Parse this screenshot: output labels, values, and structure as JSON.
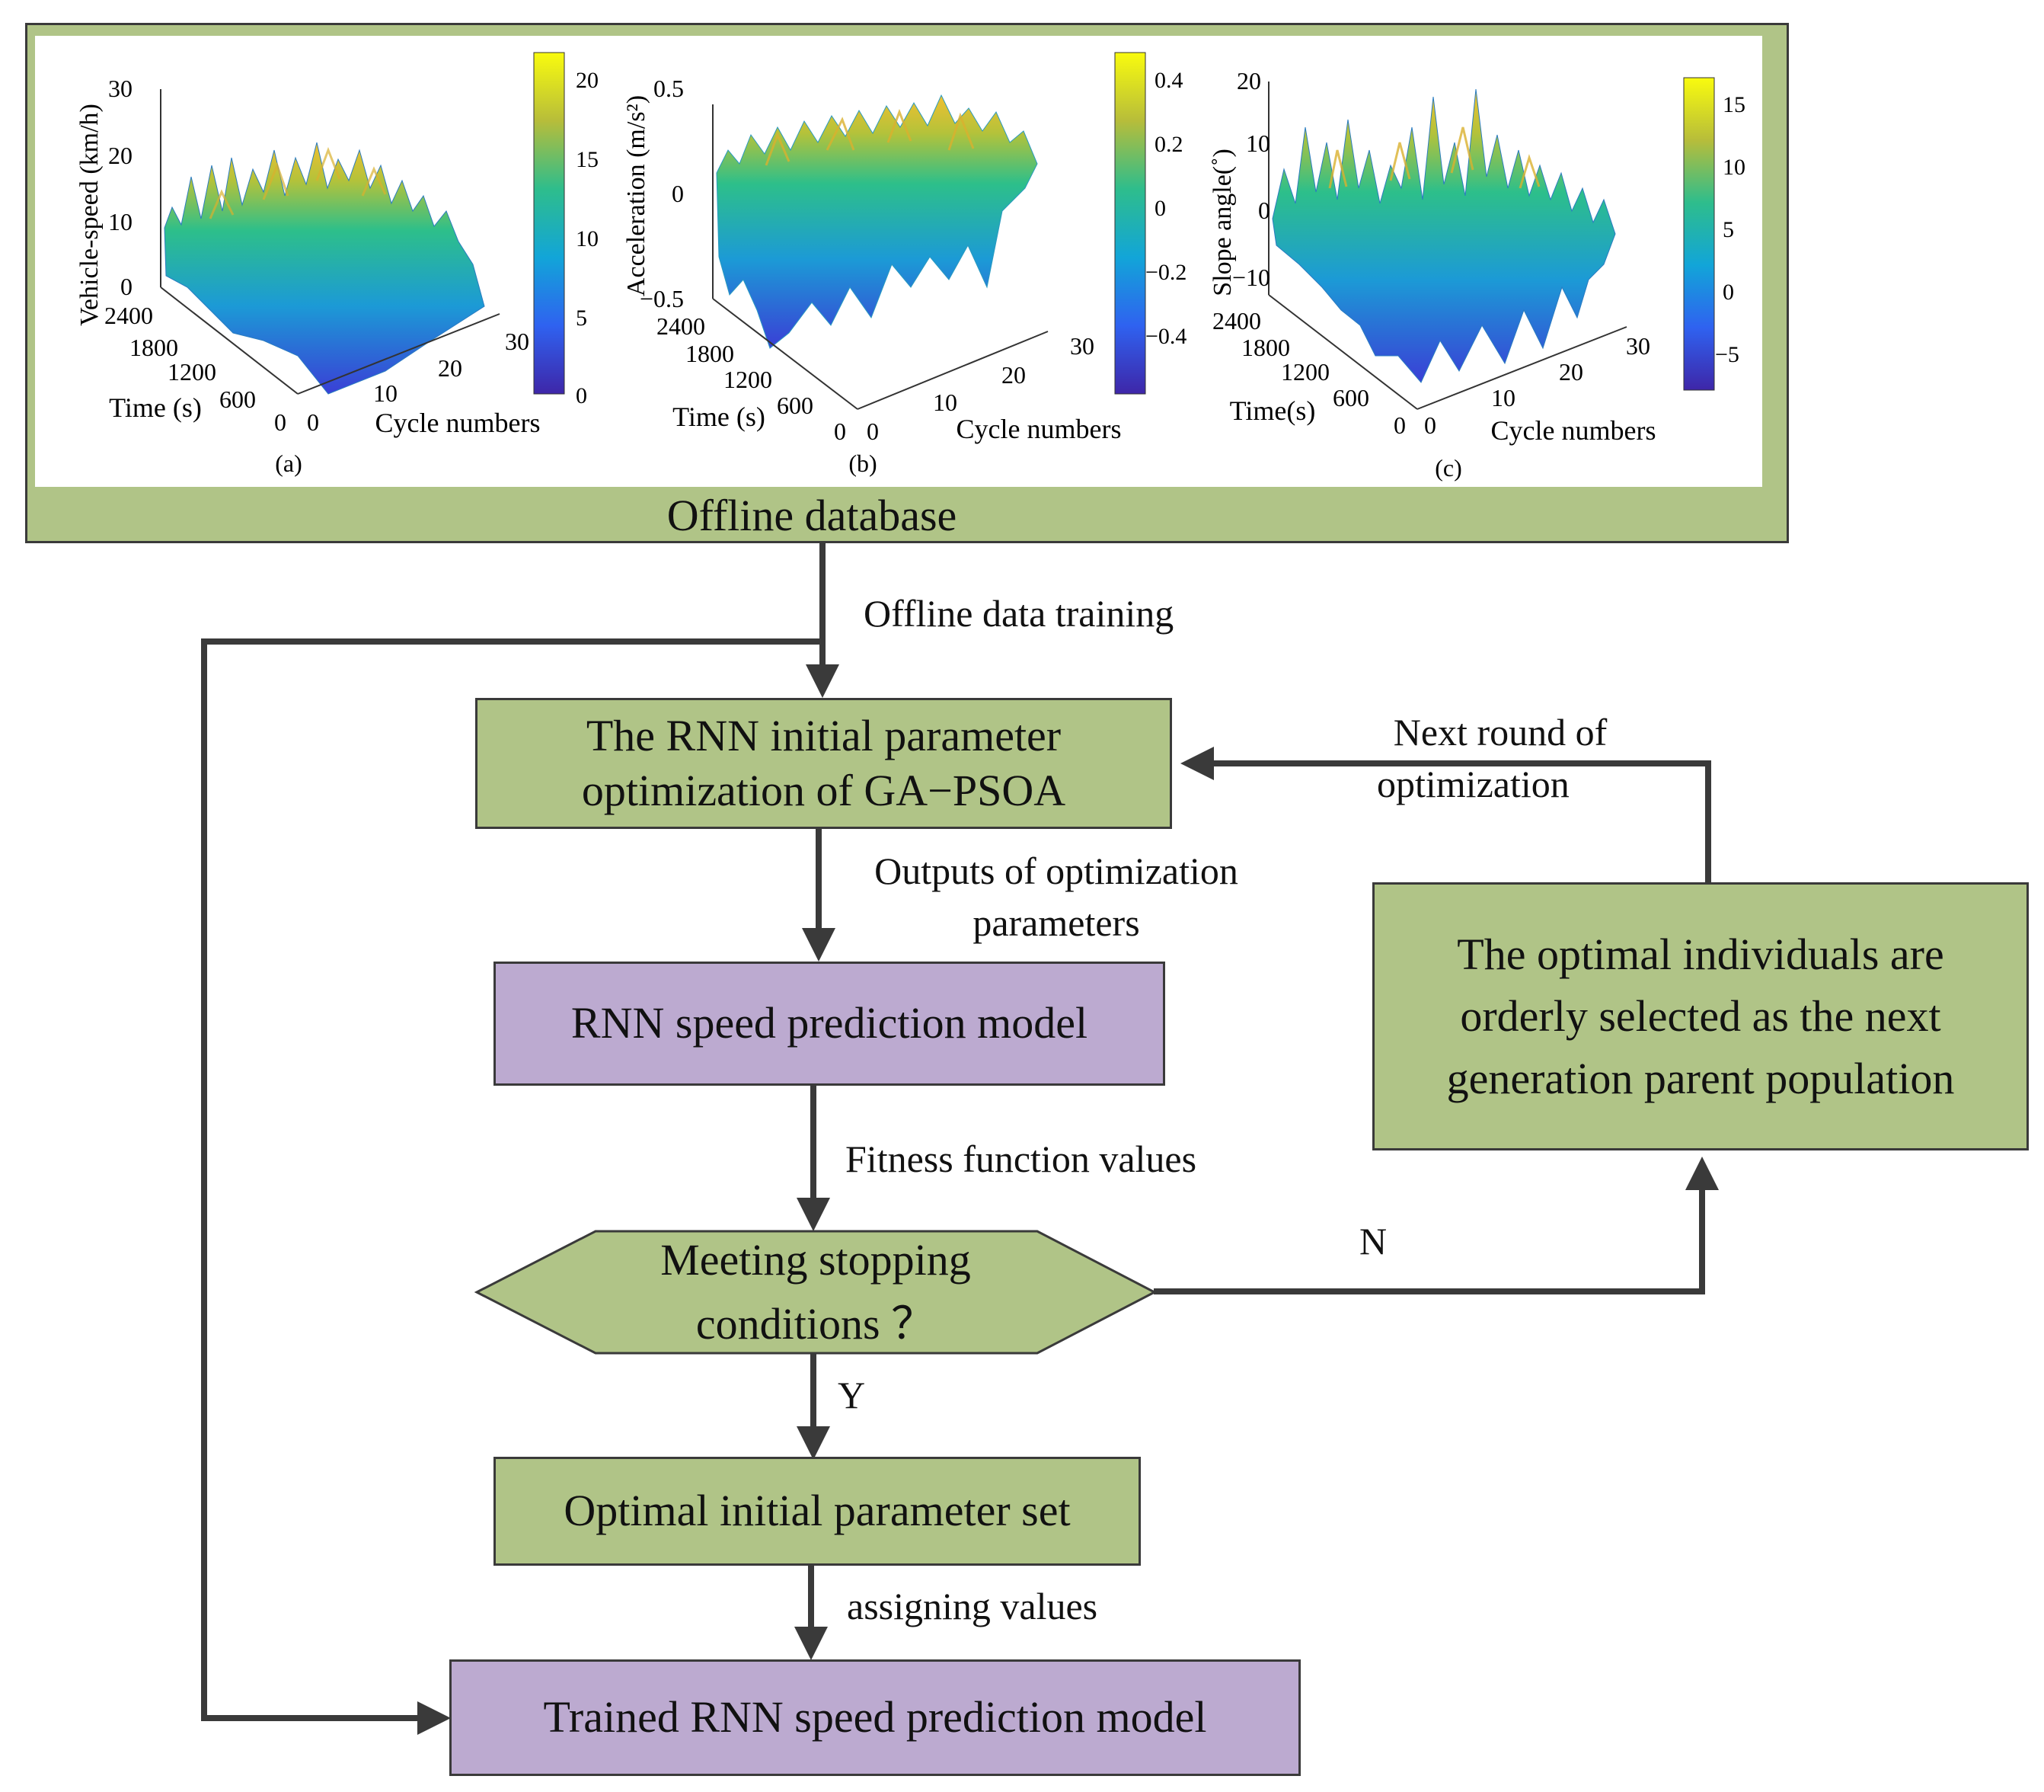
{
  "database": {
    "title": "Offline database",
    "plots": [
      {
        "panel": "(a)",
        "z_label": "Vehicle-speed (km/h)",
        "z_ticks": [
          "30",
          "20",
          "10",
          "0"
        ],
        "time_label": "Time (s)",
        "time_ticks": [
          "2400",
          "1800",
          "1200",
          "600",
          "0"
        ],
        "cycle_label": "Cycle numbers",
        "cycle_ticks": [
          "0",
          "10",
          "20",
          "30"
        ],
        "colorbar_ticks": [
          "20",
          "15",
          "10",
          "5",
          "0"
        ]
      },
      {
        "panel": "(b)",
        "z_label": "Acceleration (m/s²)",
        "z_ticks": [
          "0.5",
          "0",
          "−0.5"
        ],
        "time_label": "Time (s)",
        "time_ticks": [
          "2400",
          "1800",
          "1200",
          "600",
          "0"
        ],
        "cycle_label": "Cycle numbers",
        "cycle_ticks": [
          "0",
          "10",
          "20",
          "30"
        ],
        "colorbar_ticks": [
          "0.4",
          "0.2",
          "0",
          "−0.2",
          "−0.4"
        ]
      },
      {
        "panel": "(c)",
        "z_label": "Slope angle(˚)",
        "z_ticks": [
          "20",
          "10",
          "0",
          "−10"
        ],
        "time_label": "Time(s)",
        "time_ticks": [
          "2400",
          "1800",
          "1200",
          "600",
          "0"
        ],
        "cycle_label": "Cycle numbers",
        "cycle_ticks": [
          "0",
          "10",
          "20",
          "30"
        ],
        "colorbar_ticks": [
          "15",
          "10",
          "5",
          "0",
          "−5"
        ]
      }
    ]
  },
  "flow": {
    "offline_training": "Offline data training",
    "ga_psoa_line1": "The RNN initial parameter",
    "ga_psoa_line2": "optimization  of GA−PSOA",
    "outputs_line1": "Outputs of optimization",
    "outputs_line2": "parameters",
    "rnn_model": "RNN speed prediction model",
    "fitness": "Fitness function values",
    "decision_line1": "Meeting stopping",
    "decision_line2": "conditions ？",
    "yes": "Y",
    "no": "N",
    "optimal_set": "Optimal initial parameter set",
    "assigning": "assigning values",
    "trained_model": "Trained RNN speed prediction model",
    "next_round_line1": "Next round of",
    "next_round_line2": "optimization",
    "selection_line1": "The optimal individuals are",
    "selection_line2": "orderly selected as the next",
    "selection_line3": "generation  parent population"
  },
  "colors": {
    "green_fill": "#b0c487",
    "purple_fill": "#bcaad0",
    "arrow": "#3a3a3a"
  }
}
